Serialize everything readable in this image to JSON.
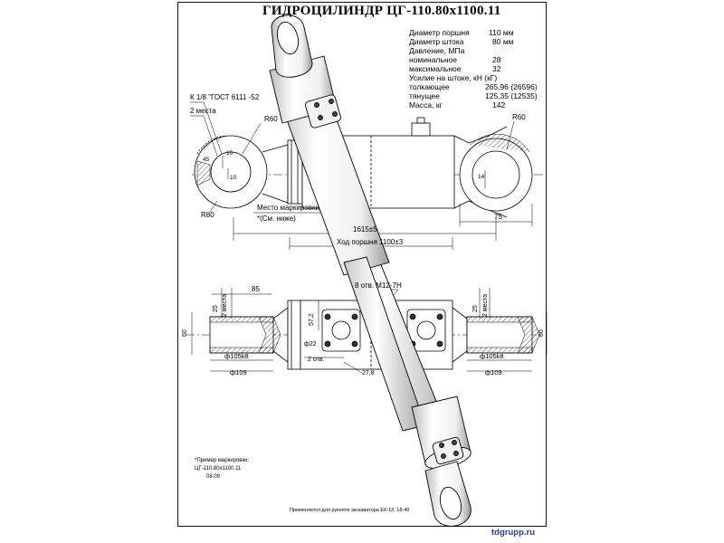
{
  "title": "ГИДРОЦИЛИНДР ЦГ-110.80х1100.11",
  "specs": [
    {
      "label": "Диаметр поршня",
      "value": "110 мм"
    },
    {
      "label": "Диаметр штока",
      "value": "80 мм"
    },
    {
      "label": "Давление, МПа",
      "value": ""
    },
    {
      "label": "номинальное",
      "value": "28"
    },
    {
      "label": "максимальное",
      "value": "32"
    },
    {
      "label": "Усилие на штоке, кН (кГ)",
      "value": ""
    },
    {
      "label": "толкающее",
      "value": "265,96 (26596)"
    },
    {
      "label": "тянущее",
      "value": "125,35 (12535)"
    },
    {
      "label": "Масса, кг",
      "value": "142"
    }
  ],
  "drawing": {
    "thread_note": "К 1/8 \"ГОСТ 6111 -52",
    "places_note": "2 места",
    "radius_left_top": "R60",
    "radius_left_bottom": "R80",
    "radius_right": "R60",
    "dim_10a": "10",
    "dim_10b": "10",
    "dim_45": "45",
    "dim_14": "14",
    "dim_75": "75",
    "marking_place": "Место маркировки",
    "see_below": "*(См. ниже)",
    "length": "1615±5",
    "stroke": "Ход поршня 1100±3",
    "holes_note": "8 отв. М12-7Н",
    "dim_85": "85",
    "dim_25_left": "25",
    "places_left": "2 места",
    "dim_60_left": "60",
    "bore_left": "ф105k8",
    "outer_left": "ф109",
    "dim_572": "57,2",
    "dim_22": "ф22",
    "two_holes": "2 отв.",
    "dim_278": "27,8",
    "dim_25_right": "25",
    "places_right": "2 места",
    "dim_60_right": "60",
    "bore_right": "ф105k8",
    "outer_right": "ф109"
  },
  "marking_example": {
    "heading": "*Пример маркировки:",
    "line1": "ЦГ-110.80х1100.11",
    "line2": "08.09"
  },
  "footer": "Применяется для рукояти экскаватора ЕК-12; 18-40",
  "site": "tdgrupp.ru"
}
